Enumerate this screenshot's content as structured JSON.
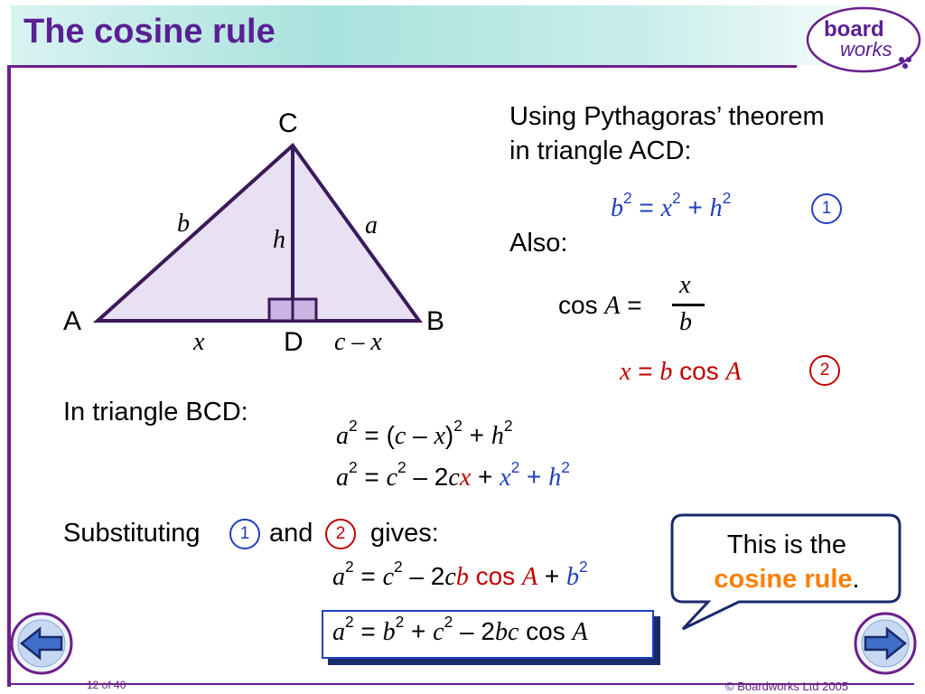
{
  "header": {
    "title": "The cosine rule"
  },
  "logo": {
    "line1": "board",
    "line2": "works"
  },
  "diagram": {
    "vertex_c": "C",
    "vertex_a": "A",
    "vertex_b": "B",
    "vertex_d": "D",
    "side_b": "b",
    "side_a": "a",
    "height": "h",
    "seg_x": "x",
    "seg_cx": "c – x"
  },
  "right_panel": {
    "pythagoras_line1": "Using Pythagoras’ theorem",
    "pythagoras_line2": "in triangle ACD:",
    "also": "Also:",
    "marker1": "1",
    "marker2": "2"
  },
  "bcd": {
    "intro": "In triangle BCD:"
  },
  "substitution": {
    "word1": "Substituting",
    "word2": "and",
    "word3": "gives:"
  },
  "bubble": {
    "line1": "This is the",
    "highlight": "cosine rule",
    "period": "."
  },
  "footer": {
    "page": "12 of 40",
    "copyright": "© Boardworks Ltd 2005"
  },
  "colors": {
    "purple": "#5a1f95",
    "blue": "#1f3fbf",
    "red": "#c00000",
    "orange": "#ff7f00",
    "triangle_fill": "#e8e0f3"
  }
}
